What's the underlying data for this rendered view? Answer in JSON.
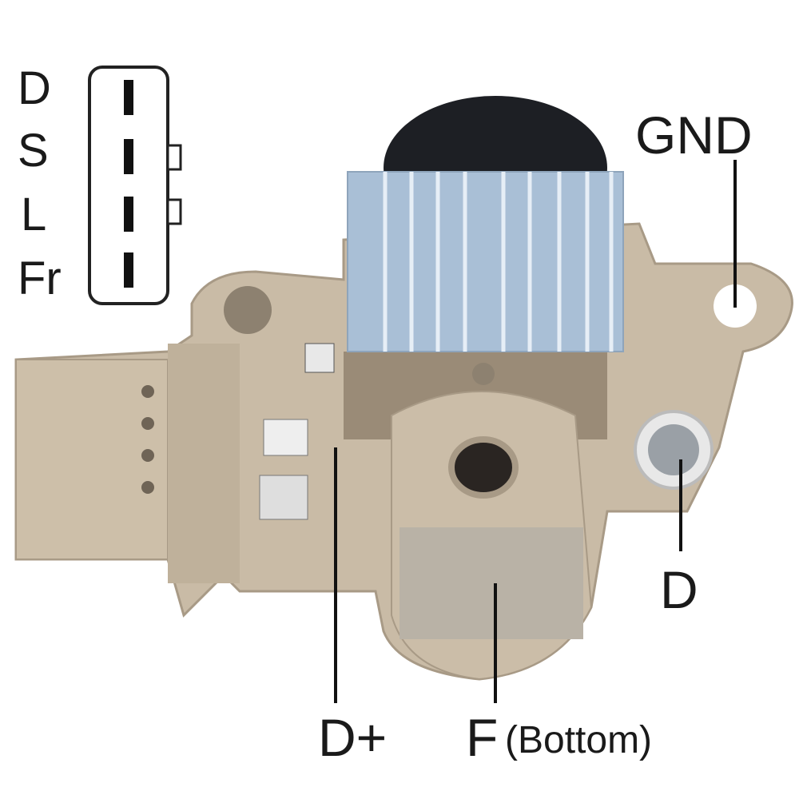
{
  "connector_pins": [
    "D",
    "S",
    "L",
    "Fr"
  ],
  "terminals": {
    "gnd": "GND",
    "d": "D",
    "d_plus": "D+",
    "f": "F",
    "f_note": "(Bottom)"
  },
  "colors": {
    "housing": "#c9bba6",
    "housing_dark": "#a89a86",
    "heatsink": "#a9bfd6",
    "cap": "#1d1f24",
    "label": "#1a1a1a"
  }
}
